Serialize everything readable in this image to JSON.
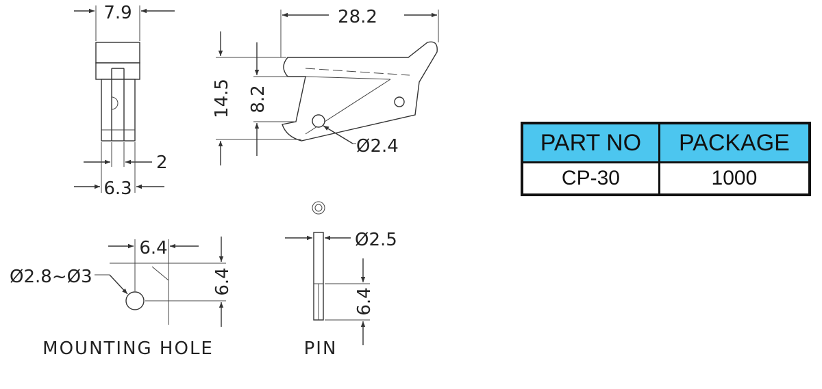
{
  "views": {
    "front": {
      "width_dim": "7.9",
      "slot_dim": "2",
      "base_dim": "6.3"
    },
    "side": {
      "length_dim": "28.2",
      "height_dim": "14.5",
      "inner_dim": "8.2",
      "hole_dim": "Ø2.4"
    },
    "mounting_hole": {
      "caption": "MOUNTING HOLE",
      "hole_dim": "Ø2.8~Ø3",
      "h_dim": "6.4",
      "v_dim": "6.4"
    },
    "pin": {
      "caption": "PIN",
      "dia_dim": "Ø2.5",
      "len_dim": "6.4"
    }
  },
  "table": {
    "headers": [
      "PART NO",
      "PACKAGE"
    ],
    "row": [
      "CP-30",
      "1000"
    ]
  },
  "colors": {
    "header_fill": "#4cc6ef",
    "line": "#333333",
    "border": "#111111"
  }
}
